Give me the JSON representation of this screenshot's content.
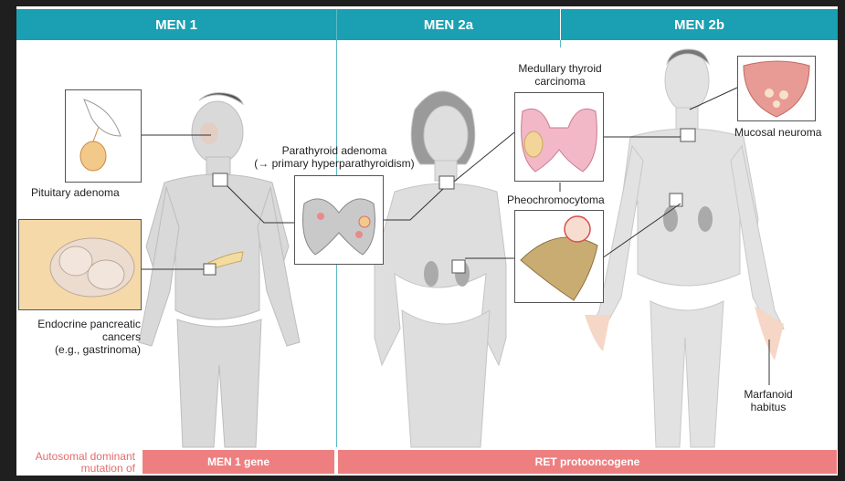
{
  "headers": {
    "men1": "MEN 1",
    "men2a": "MEN 2a",
    "men2b": "MEN 2b"
  },
  "labels": {
    "pituitary": "Pituitary adenoma",
    "pancreatic": [
      "Endocrine pancreatic",
      "cancers",
      "(e.g., gastrinoma)"
    ],
    "parathyroid": [
      "Parathyroid adenoma",
      "(→ primary hyperparathyroidism)"
    ],
    "medullary": [
      "Medullary thyroid",
      "carcinoma"
    ],
    "pheo": "Pheochromocytoma",
    "mucosal": "Mucosal neuroma",
    "marfanoid": [
      "Marfanoid",
      "habitus"
    ]
  },
  "footer": {
    "label": [
      "Autosomal dominant",
      "mutation of"
    ],
    "men1_gene": "MEN 1 gene",
    "ret": "RET protooncogene"
  },
  "colors": {
    "header": "#1aa0b2",
    "footer": "#ee7f80",
    "footer_label": "#e26d6d",
    "body": "#d6d6d6",
    "tumor": "#f3c98a"
  }
}
